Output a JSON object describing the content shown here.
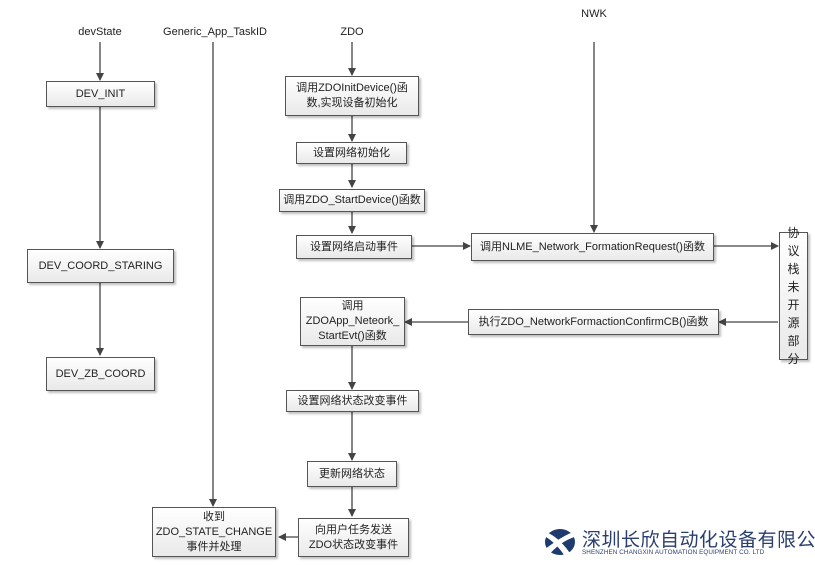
{
  "columns": {
    "devstate": "devState",
    "taskid": "Generic_App_TaskID",
    "zdo": "ZDO",
    "nwk": "NWK"
  },
  "devstate_boxes": {
    "dev_init": "DEV_INIT",
    "dev_coord_staring": "DEV_COORD_STARING",
    "dev_zb_coord": "DEV_ZB_COORD"
  },
  "zdo_boxes": {
    "init_device": [
      "调用ZDOInitDevice()函",
      "数,实现设备初始化"
    ],
    "network_init": "设置网络初始化",
    "start_device": "调用ZDO_StartDevice()函数",
    "start_event": "设置网络启动事件",
    "start_evt": [
      "调用",
      "ZDOApp_Neteork_",
      "StartEvt()函数"
    ],
    "state_change_event": "设置网络状态改变事件",
    "update_state": "更新网络状态",
    "send_event": [
      "向用户任务发送",
      "ZDO状态改变事件"
    ]
  },
  "nwk_boxes": {
    "formation_request": "调用NLME_Network_FormationRequest()函数",
    "formation_confirm": "执行ZDO_NetworkFormactionConfirmCB()函数"
  },
  "stack_box": [
    "协",
    "议",
    "栈",
    "未",
    "开",
    "源",
    "部",
    "分"
  ],
  "task_box": [
    "收到",
    "ZDO_STATE_CHANGE",
    "事件并处理"
  ],
  "logo": {
    "company_cn": "深圳长欣自动化设备有限公司",
    "company_en": "SHENZHEN CHANGXIN AUTOMATION EQUIPMENT CO. LTD",
    "colors": {
      "primary": "#1f3a6e"
    }
  }
}
